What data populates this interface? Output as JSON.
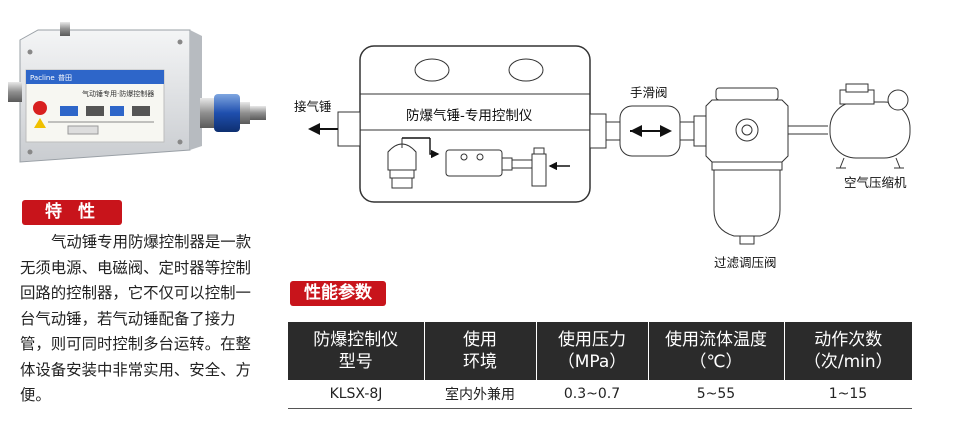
{
  "features": {
    "badge": "特性",
    "text": "气动锤专用防爆控制器是一款无须电源、电磁阀、定时器等控制回路的控制器，它不仅可以控制一台气动锤，若气动锤配备了接力管，则可同时控制多台运转。在整体设备安装中非常实用、安全、方便。"
  },
  "photo": {
    "brand_label": "Pacline",
    "brand_cn": "普田",
    "device_label": "气动锤专用·防爆控制器"
  },
  "diagram": {
    "controller_title": "防爆气锤-专用控制仪",
    "hammer_label": "接气锤",
    "valve_label": "手滑阀",
    "compressor_label": "空气压缩机",
    "regulator_label": "过滤调压阀"
  },
  "performance": {
    "badge": "性能参数",
    "headers": [
      [
        "防爆控制仪",
        "型号"
      ],
      [
        "使用",
        "环境"
      ],
      [
        "使用压力",
        "（MPa）"
      ],
      [
        "使用流体温度",
        "（℃）"
      ],
      [
        "动作次数",
        "（次/min）"
      ]
    ],
    "rows": [
      [
        "KLSX-8J",
        "室内外兼用",
        "0.3~0.7",
        "5~55",
        "1~15"
      ]
    ]
  },
  "colors": {
    "badge_red": "#c8141b",
    "header_dark": "#2b2b2b"
  }
}
